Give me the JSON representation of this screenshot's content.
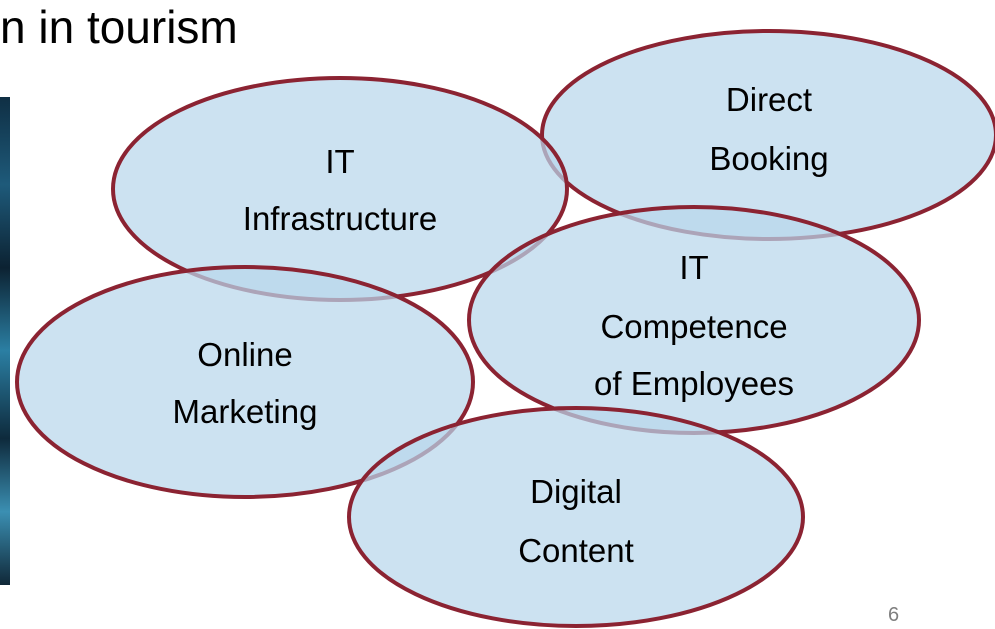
{
  "slide": {
    "title": "n in tourism",
    "page_number": "6"
  },
  "colors": {
    "bubble_fill": "#b8d7eb",
    "bubble_stroke": "#8b2332"
  },
  "bubbles": [
    {
      "id": "it-infrastructure",
      "lines": [
        "IT",
        "Infrastructure"
      ]
    },
    {
      "id": "direct-booking",
      "lines": [
        "Direct",
        "Booking"
      ]
    },
    {
      "id": "it-competence",
      "lines": [
        "IT",
        "Competence",
        "of Employees"
      ]
    },
    {
      "id": "online-marketing",
      "lines": [
        "Online",
        "Marketing"
      ]
    },
    {
      "id": "digital-content",
      "lines": [
        "Digital",
        "Content"
      ]
    }
  ]
}
